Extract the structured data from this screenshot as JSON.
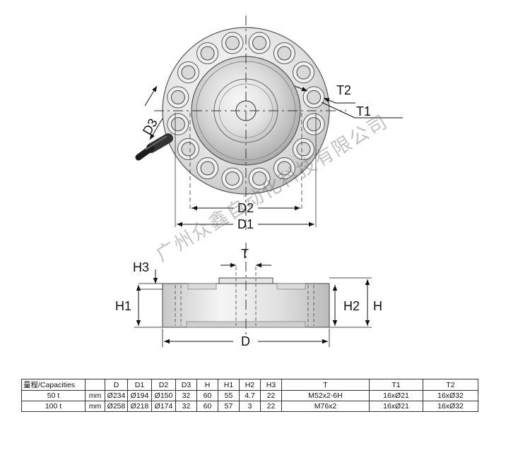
{
  "drawing": {
    "labels": {
      "D": "D",
      "D1": "D1",
      "D2": "D2",
      "D3": "D3",
      "H": "H",
      "H1": "H1",
      "H2": "H2",
      "H3": "H3",
      "T": "T",
      "T1": "T1",
      "T2": "T2"
    },
    "bolt_hole_count": 16,
    "colors": {
      "flange": "#e4e4e4",
      "line": "#222222",
      "cable": "#2a2a2a"
    }
  },
  "watermark": "广州众鑫自动化科技有限公司",
  "table": {
    "headers": [
      "量程/Capacities",
      "",
      "D",
      "D1",
      "D2",
      "D3",
      "H",
      "H1",
      "H2",
      "H3",
      "T",
      "T1",
      "T2"
    ],
    "rows": [
      [
        "50 t",
        "mm",
        "Ø234",
        "Ø194",
        "Ø150",
        "32",
        "60",
        "55",
        "4.7",
        "22",
        "M52x2-6H",
        "16xØ21",
        "16xØ32"
      ],
      [
        "100 t",
        "mm",
        "Ø258",
        "Ø218",
        "Ø174",
        "32",
        "60",
        "57",
        "3",
        "22",
        "M76x2",
        "16xØ21",
        "16xØ32"
      ]
    ]
  }
}
